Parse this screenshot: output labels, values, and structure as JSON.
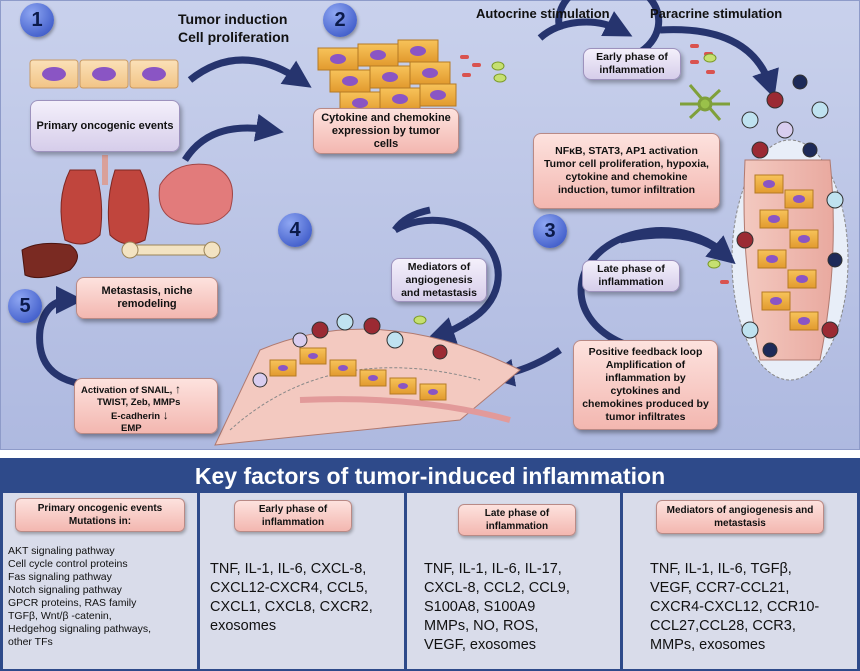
{
  "top": {
    "steps": [
      "1",
      "2",
      "3",
      "4",
      "5"
    ],
    "tumor_induction": "Tumor induction",
    "cell_proliferation": "Cell proliferation",
    "autocrine": "Autocrine stimulation",
    "paracrine": "Paracrine stimulation",
    "primary_oncogenic": "Primary oncogenic events",
    "cytokine_expression": "Cytokine and chemokine expression by tumor cells",
    "early_phase": "Early phase of inflammation",
    "nfkb_box": "NFκB, STAT3, AP1 activation Tumor cell proliferation, hypoxia, cytokine and chemokine induction, tumor infiltration",
    "mediators": "Mediators of angiogenesis and metastasis",
    "late_phase": "Late phase of inflammation",
    "metastasis": "Metastasis, niche remodeling",
    "feedback_box": "Positive feedback loop Amplification of inflammation by cytokines and chemokines produced by tumor infiltrates",
    "activation_box": {
      "line1": "Activation of SNAIL,",
      "line2": "TWIST, Zeb, MMPs",
      "line3": "E-cadherin",
      "line4": "EMP",
      "up_arrow": "↑",
      "down_arrow": "↓"
    }
  },
  "key": {
    "title": "Key factors of tumor-induced inflammation",
    "columns": [
      {
        "header": "Primary oncogenic events Mutations in:",
        "items": [
          "AKT signaling pathway",
          "Cell cycle control proteins",
          "Fas signaling pathway",
          "Notch signaling pathway",
          "GPCR proteins, RAS family",
          "TGFβ, Wnt/β -catenin,",
          "Hedgehog signaling pathways,",
          "other TFs"
        ]
      },
      {
        "header": "Early phase of inflammation",
        "text": [
          "TNF, IL-1, IL-6, CXCL-8,",
          "CXCL12-CXCR4, CCL5,",
          "CXCL1, CXCL8, CXCR2,",
          "exosomes"
        ]
      },
      {
        "header": "Late phase of inflammation",
        "text": [
          "TNF, IL-1, IL-6, IL-17,",
          "CXCL-8, CCL2, CCL9,",
          "S100A8, S100A9",
          "MMPs, NO, ROS,",
          "VEGF, exosomes"
        ]
      },
      {
        "header": "Mediators of angiogenesis and metastasis",
        "text": [
          "TNF, IL-1, IL-6, TGFβ,",
          "VEGF, CCR7-CCL21,",
          "CXCR4-CXCL12, CCR10-",
          "CCL27,CCL28, CCR3,",
          "MMPs, exosomes"
        ]
      }
    ]
  },
  "colors": {
    "panel_bg": "#b8c2e6",
    "arrow": "#26346e",
    "box_pink": "#f3b7b0",
    "box_purple": "#d6cdea",
    "key_bg": "#2e4a8a",
    "key_col": "#d9dcea",
    "tumor_cell": "#f2b24c",
    "nucleus": "#8a55c4"
  }
}
